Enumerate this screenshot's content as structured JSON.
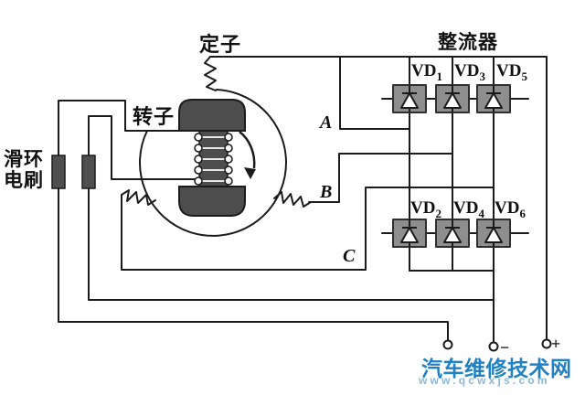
{
  "diagram": {
    "labels": {
      "stator": "定子",
      "rotor": "转子",
      "slip_ring": "滑环",
      "brush": "电刷",
      "rectifier": "整流器"
    },
    "phase_labels": [
      "A",
      "B",
      "C"
    ],
    "diodes": [
      {
        "prefix": "VD",
        "sub": "1"
      },
      {
        "prefix": "VD",
        "sub": "3"
      },
      {
        "prefix": "VD",
        "sub": "5"
      },
      {
        "prefix": "VD",
        "sub": "2"
      },
      {
        "prefix": "VD",
        "sub": "4"
      },
      {
        "prefix": "VD",
        "sub": "6"
      }
    ],
    "terminals": {
      "minus": "−",
      "plus": "+"
    }
  },
  "watermark": {
    "site_name": "汽车维修技术网",
    "site_url": "www.qcwxjs.com"
  },
  "colors": {
    "wire": "#1b1b1b",
    "diode_body": "#8e8e8e",
    "rotor_body": "#4d4d4d",
    "brush_body": "#4f4f4f",
    "watermark_primary": "#2080c4",
    "watermark_secondary": "#8bb8d8",
    "background": "#ffffff"
  }
}
